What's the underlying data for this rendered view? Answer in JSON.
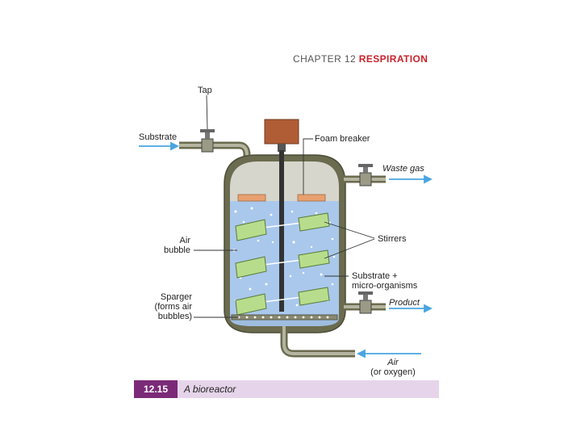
{
  "header": {
    "chapter": "CHAPTER 12",
    "title": "RESPIRATION"
  },
  "labels": {
    "tap": "Tap",
    "substrate_in": "Substrate",
    "foam_breaker": "Foam breaker",
    "waste_gas": "Waste gas",
    "air_bubble_1": "Air",
    "air_bubble_2": "bubble",
    "stirrers": "Stirrers",
    "substrate_mo_1": "Substrate +",
    "substrate_mo_2": "micro-organisms",
    "sparger_1": "Sparger",
    "sparger_2": "(forms air",
    "sparger_3": "bubbles)",
    "product": "Product",
    "air_1": "Air",
    "air_2": "(or oxygen)"
  },
  "caption": {
    "number": "12.15",
    "text": "A bioreactor"
  },
  "colors": {
    "vessel": "#6b6b4f",
    "liquid": "#a9c8ec",
    "stirrer": "#b7dd8c",
    "foam": "#e8a070",
    "motor": "#b05c35",
    "arrow": "#4aa5e0",
    "caption_num_bg": "#7b2a78",
    "caption_bg": "#e6d5ea"
  }
}
